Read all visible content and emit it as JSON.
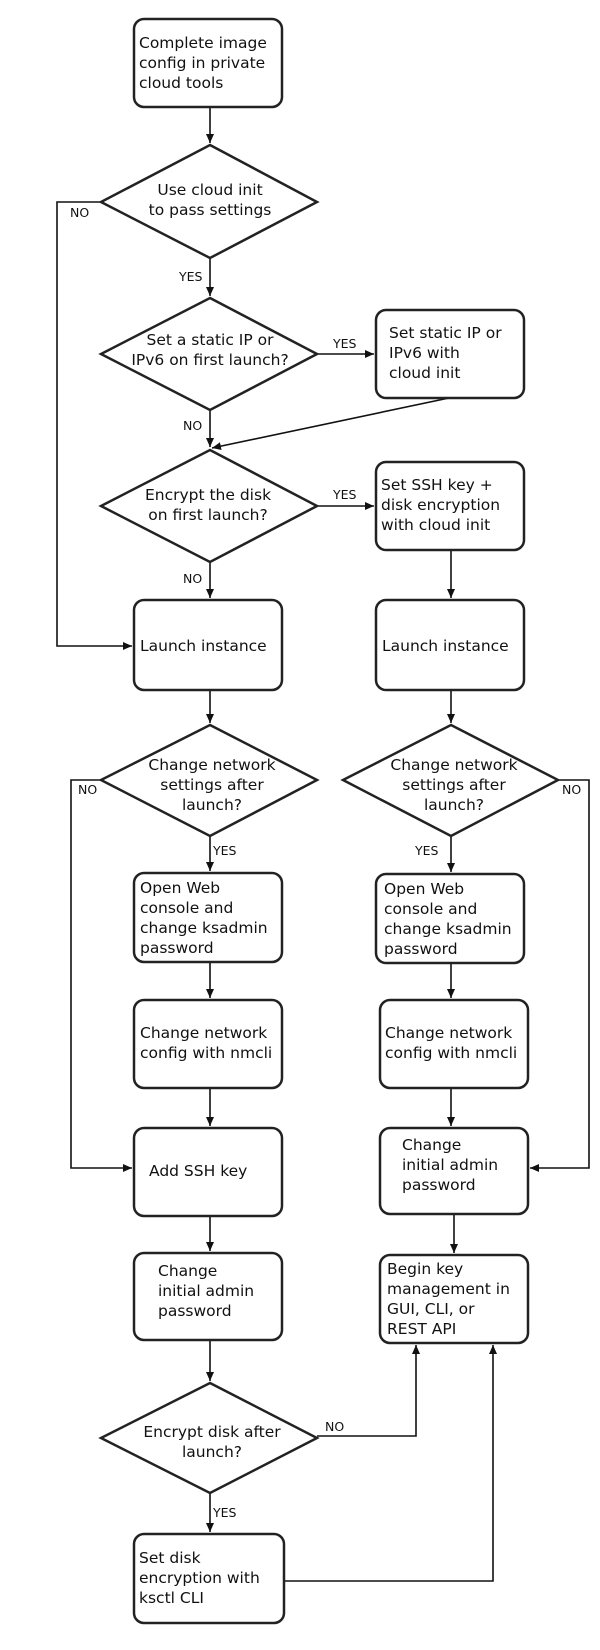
{
  "nodes": {
    "start": "Complete image\nconfig in private\ncloud tools",
    "q_cloud_init": "Use cloud init\nto pass settings",
    "q_static_ip": "Set a static IP or\nIPv6 on first launch?",
    "set_static_ip": "Set static IP or\nIPv6 with\ncloud init",
    "q_encrypt_first": "Encrypt the disk\non first launch?",
    "set_ssh_encrypt": "Set SSH key +\ndisk encryption\nwith cloud init",
    "launch_left": "Launch instance",
    "launch_right": "Launch instance",
    "q_net_left": "Change network\nsettings after\nlaunch?",
    "q_net_right": "Change network\nsettings after\nlaunch?",
    "web_console_left": "Open Web\nconsole and\nchange ksadmin\npassword",
    "web_console_right": "Open Web\nconsole and\nchange ksadmin\npassword",
    "nmcli_left": "Change network\nconfig with nmcli",
    "nmcli_right": "Change network\nconfig with nmcli",
    "add_ssh": "Add SSH key",
    "admin_pw_right": "Change\ninitial admin\npassword",
    "admin_pw_left": "Change\ninitial admin\npassword",
    "key_mgmt": "Begin key\nmanagement in\nGUI, CLI, or\nREST API",
    "q_encrypt_after": "Encrypt disk after\nlaunch?",
    "ksctl": "Set disk\nencryption with\nksctl CLI"
  },
  "edge_labels": {
    "cloud_init_no": "NO",
    "cloud_init_yes": "YES",
    "static_ip_yes": "YES",
    "static_ip_no": "NO",
    "encrypt_first_yes": "YES",
    "encrypt_first_no": "NO",
    "net_left_no": "NO",
    "net_left_yes": "YES",
    "net_right_yes": "YES",
    "net_right_no": "NO",
    "encrypt_after_no": "NO",
    "encrypt_after_yes": "YES"
  }
}
